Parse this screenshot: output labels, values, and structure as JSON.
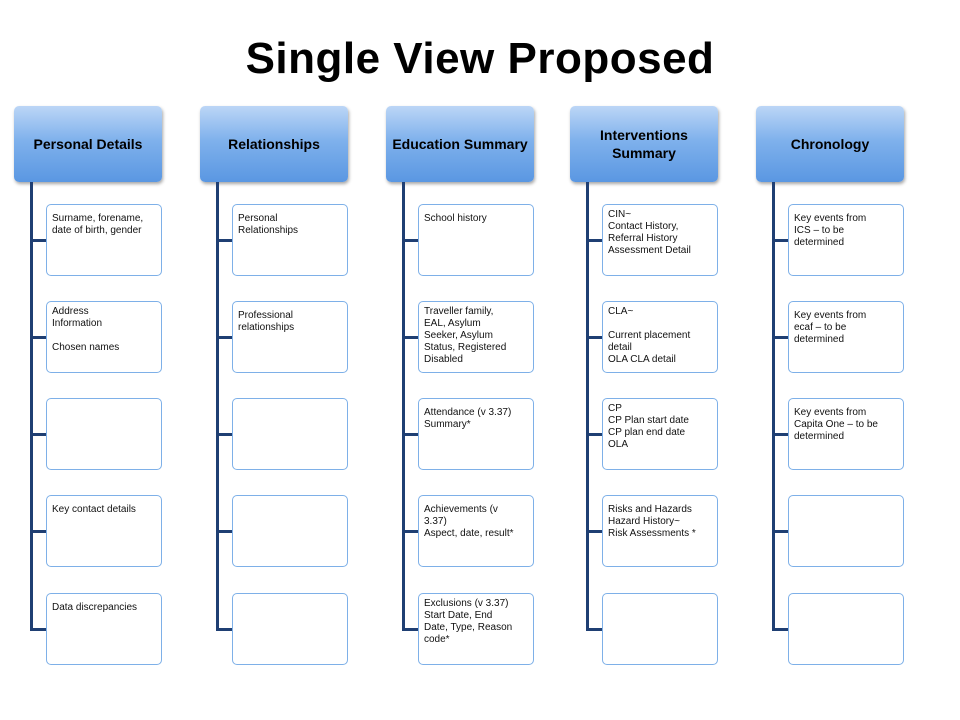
{
  "title": "Single View Proposed",
  "columns": [
    {
      "header": "Personal Details",
      "boxes": [
        {
          "lines": [
            "Surname, forename,",
            "date of birth, gender"
          ]
        },
        {
          "lines": [
            "Address",
            "Information",
            "",
            "Chosen names"
          ]
        },
        {
          "lines": []
        },
        {
          "lines": [
            "Key contact details"
          ]
        },
        {
          "lines": [
            "Data discrepancies"
          ]
        }
      ]
    },
    {
      "header": "Relationships",
      "boxes": [
        {
          "lines": [
            "Personal",
            "Relationships"
          ]
        },
        {
          "lines": [
            "Professional",
            "relationships"
          ]
        },
        {
          "lines": []
        },
        {
          "lines": []
        },
        {
          "lines": []
        }
      ]
    },
    {
      "header": "Education Summary",
      "boxes": [
        {
          "lines": [
            "School history"
          ]
        },
        {
          "lines": [
            "Traveller family,",
            "EAL, Asylum",
            "Seeker, Asylum",
            "Status, Registered",
            "Disabled"
          ]
        },
        {
          "lines": [
            "Attendance (v 3.37)",
            "Summary*"
          ]
        },
        {
          "lines": [
            "Achievements (v",
            "3.37)",
            "Aspect, date, result*"
          ]
        },
        {
          "lines": [
            "Exclusions (v 3.37)",
            "Start Date, End",
            "Date, Type, Reason",
            "code*"
          ]
        }
      ]
    },
    {
      "header": "Interventions Summary",
      "boxes": [
        {
          "lines": [
            "CIN~",
            "Contact History,",
            "Referral History",
            "Assessment Detail"
          ]
        },
        {
          "lines": [
            "CLA~",
            "",
            "Current placement",
            "detail",
            "OLA CLA detail"
          ]
        },
        {
          "lines": [
            "CP",
            "CP Plan start date",
            "CP plan end date",
            "OLA"
          ]
        },
        {
          "lines": [
            "Risks and Hazards",
            "Hazard History~",
            "Risk Assessments *"
          ]
        },
        {
          "lines": []
        }
      ]
    },
    {
      "header": "Chronology",
      "boxes": [
        {
          "lines": [
            "Key events from",
            "ICS – to be",
            "determined"
          ]
        },
        {
          "lines": [
            "Key events from",
            "ecaf – to be",
            "determined"
          ]
        },
        {
          "lines": [
            "Key events from",
            "Capita One – to be",
            "determined"
          ]
        },
        {
          "lines": []
        },
        {
          "lines": []
        }
      ]
    }
  ]
}
